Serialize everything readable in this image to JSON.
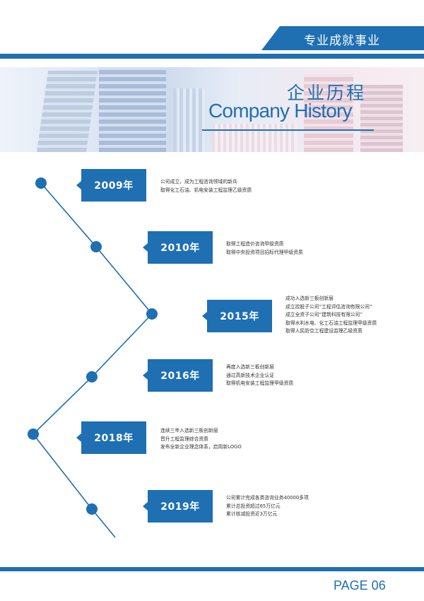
{
  "header": {
    "section_title": "专业成就事业"
  },
  "banner": {
    "title_cn": "企业历程",
    "title_en": "Company History"
  },
  "timeline": [
    {
      "year": "2009年",
      "lines": [
        "公司成立，成为工程咨询领域的新兵",
        "取得化工石油、机电安装工程监理乙级资质"
      ]
    },
    {
      "year": "2010年",
      "lines": [
        "取得工程造价咨询甲级资质",
        "取得中央投资项目招标代理甲级资质"
      ]
    },
    {
      "year": "2015年",
      "lines": [
        "成功入选新三板创新层",
        "成立控股子公司“工程评估咨询有限公司”",
        "成立全资子公司“建筑科技有限公司”",
        "取得水利水电、化工石油工程监理甲级资质",
        "取得人民防空工程建设监理乙级资质"
      ]
    },
    {
      "year": "2016年",
      "lines": [
        "再度入选新三板创新层",
        "通过高新技术企业认证",
        "取得机电安装工程监理甲级资质"
      ]
    },
    {
      "year": "2018年",
      "lines": [
        "连续三年入选新三板创新层",
        "晋升工程监理综合资质",
        "发布全新企业理念体系，启用新LOGO"
      ]
    },
    {
      "year": "2019年",
      "lines": [
        "公司累计完成各类咨询业务40000多项",
        "累计总投资超过65万亿元",
        "累计核减投资近3万亿元"
      ]
    }
  ],
  "footer": {
    "page_label": "PAGE 06"
  },
  "colors": {
    "accent": "#1f6fb3"
  }
}
